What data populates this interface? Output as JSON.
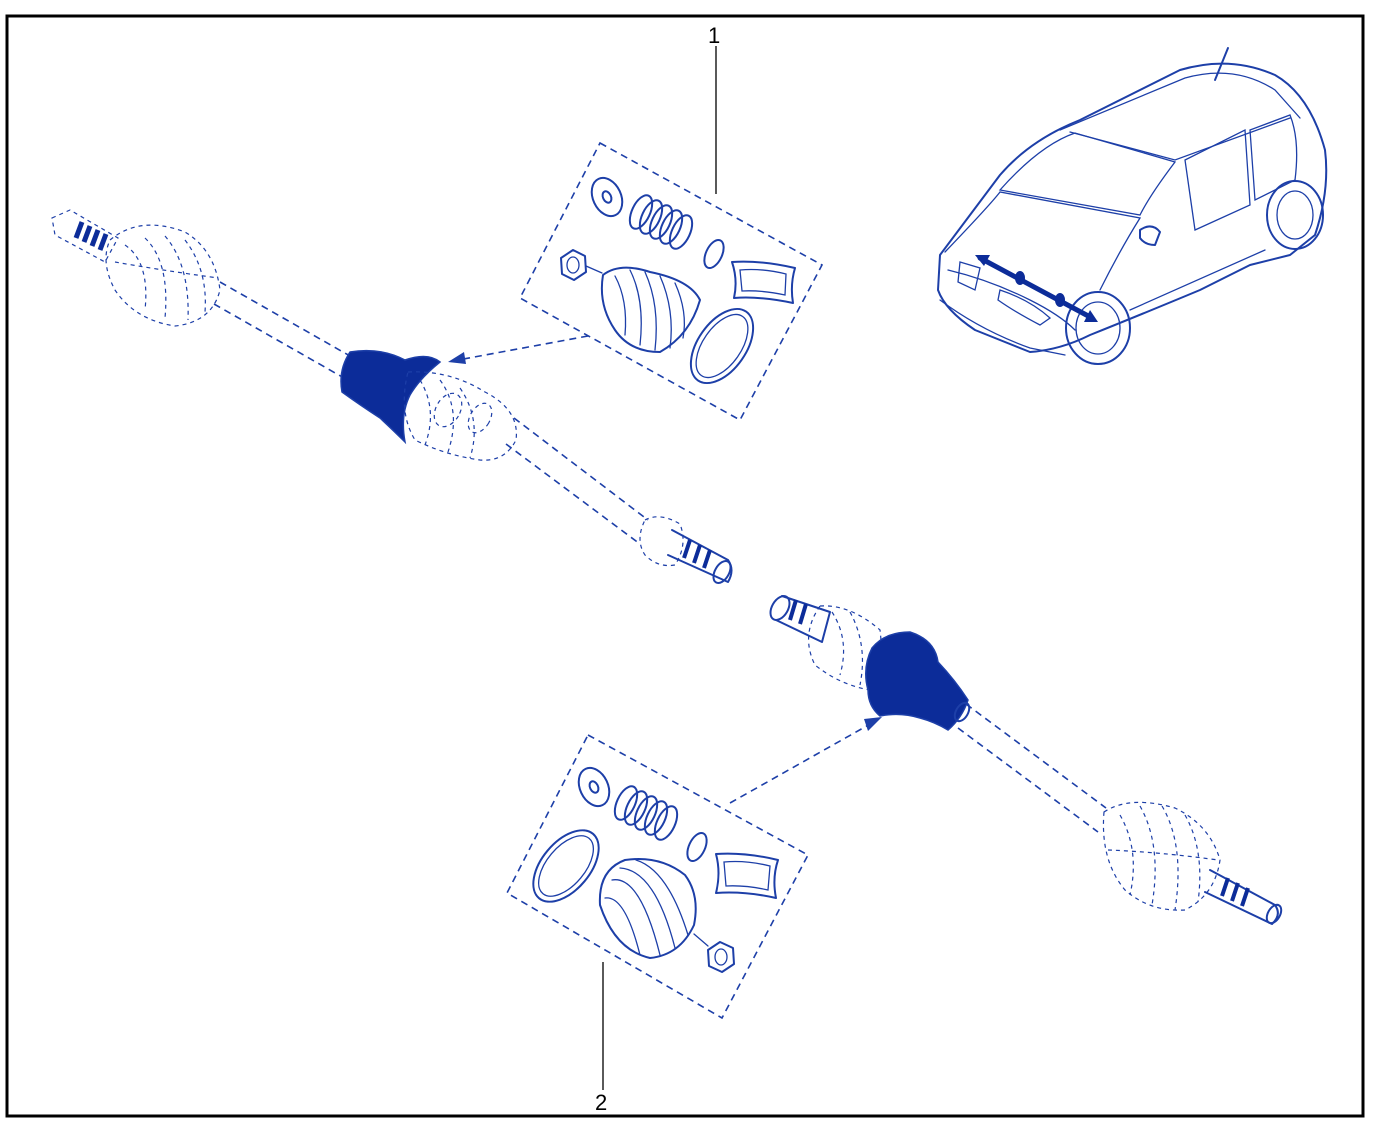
{
  "callouts": [
    {
      "id": "1",
      "label": "1"
    },
    {
      "id": "2",
      "label": "2"
    }
  ],
  "colors": {
    "line": "#1d3fa8",
    "fill": "#0c2c99",
    "frame": "#000000",
    "background": "#ffffff"
  },
  "icons": {
    "vehicle": "compact-suv-icon",
    "left_shaft": "driveshaft-icon",
    "right_shaft": "driveshaft-icon",
    "kit": "boot-kit-icon"
  }
}
